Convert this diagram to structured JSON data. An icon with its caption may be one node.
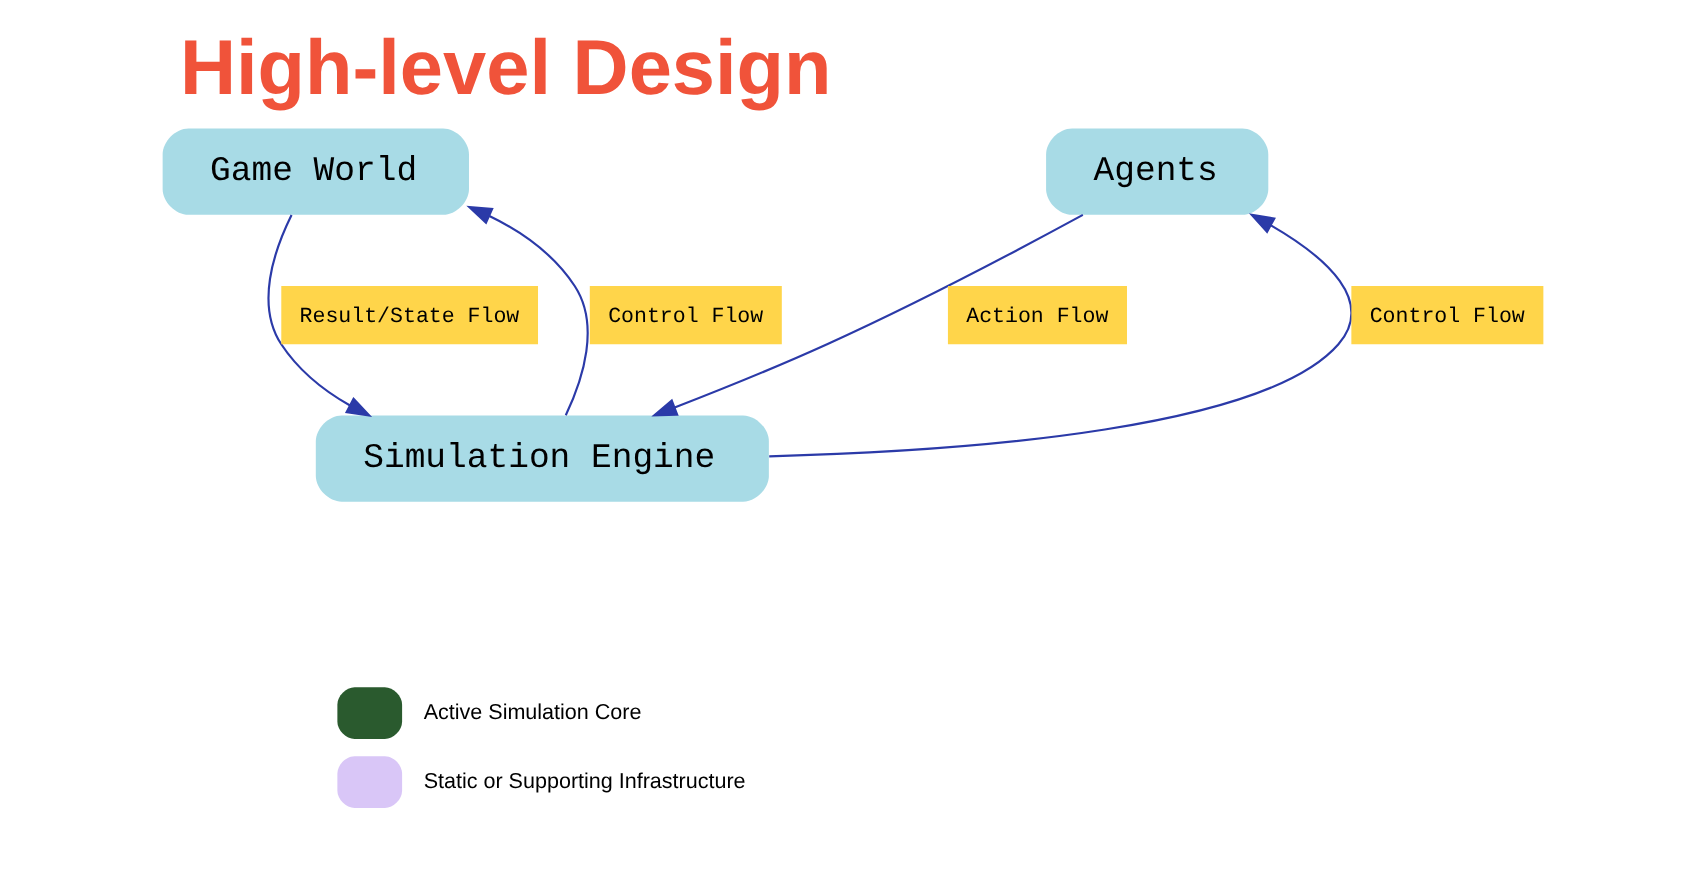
{
  "diagram": {
    "title": "High-level Design",
    "nodes": [
      {
        "text": [
          "Game World"
        ]
      },
      {
        "text": [
          "Agents"
        ]
      },
      {
        "text": [
          "Simulation Engine"
        ]
      }
    ],
    "edges": [
      {
        "from": 0,
        "to": 2,
        "arrow": "to",
        "label": "Result/State Flow"
      },
      {
        "from": 2,
        "to": 0,
        "arrow": "to",
        "label": "Control Flow"
      },
      {
        "from": 2,
        "to": 1,
        "arrow": "to",
        "label": "Control Flow"
      },
      {
        "from": 1,
        "to": 2,
        "arrow": "to",
        "label": "Action Flow"
      }
    ],
    "legend": [
      {
        "text": "Active Simulation Core",
        "color": "#2a5a2e"
      },
      {
        "text": "Static or Supporting Infrastructure",
        "color": "#d9c6f7"
      }
    ]
  }
}
